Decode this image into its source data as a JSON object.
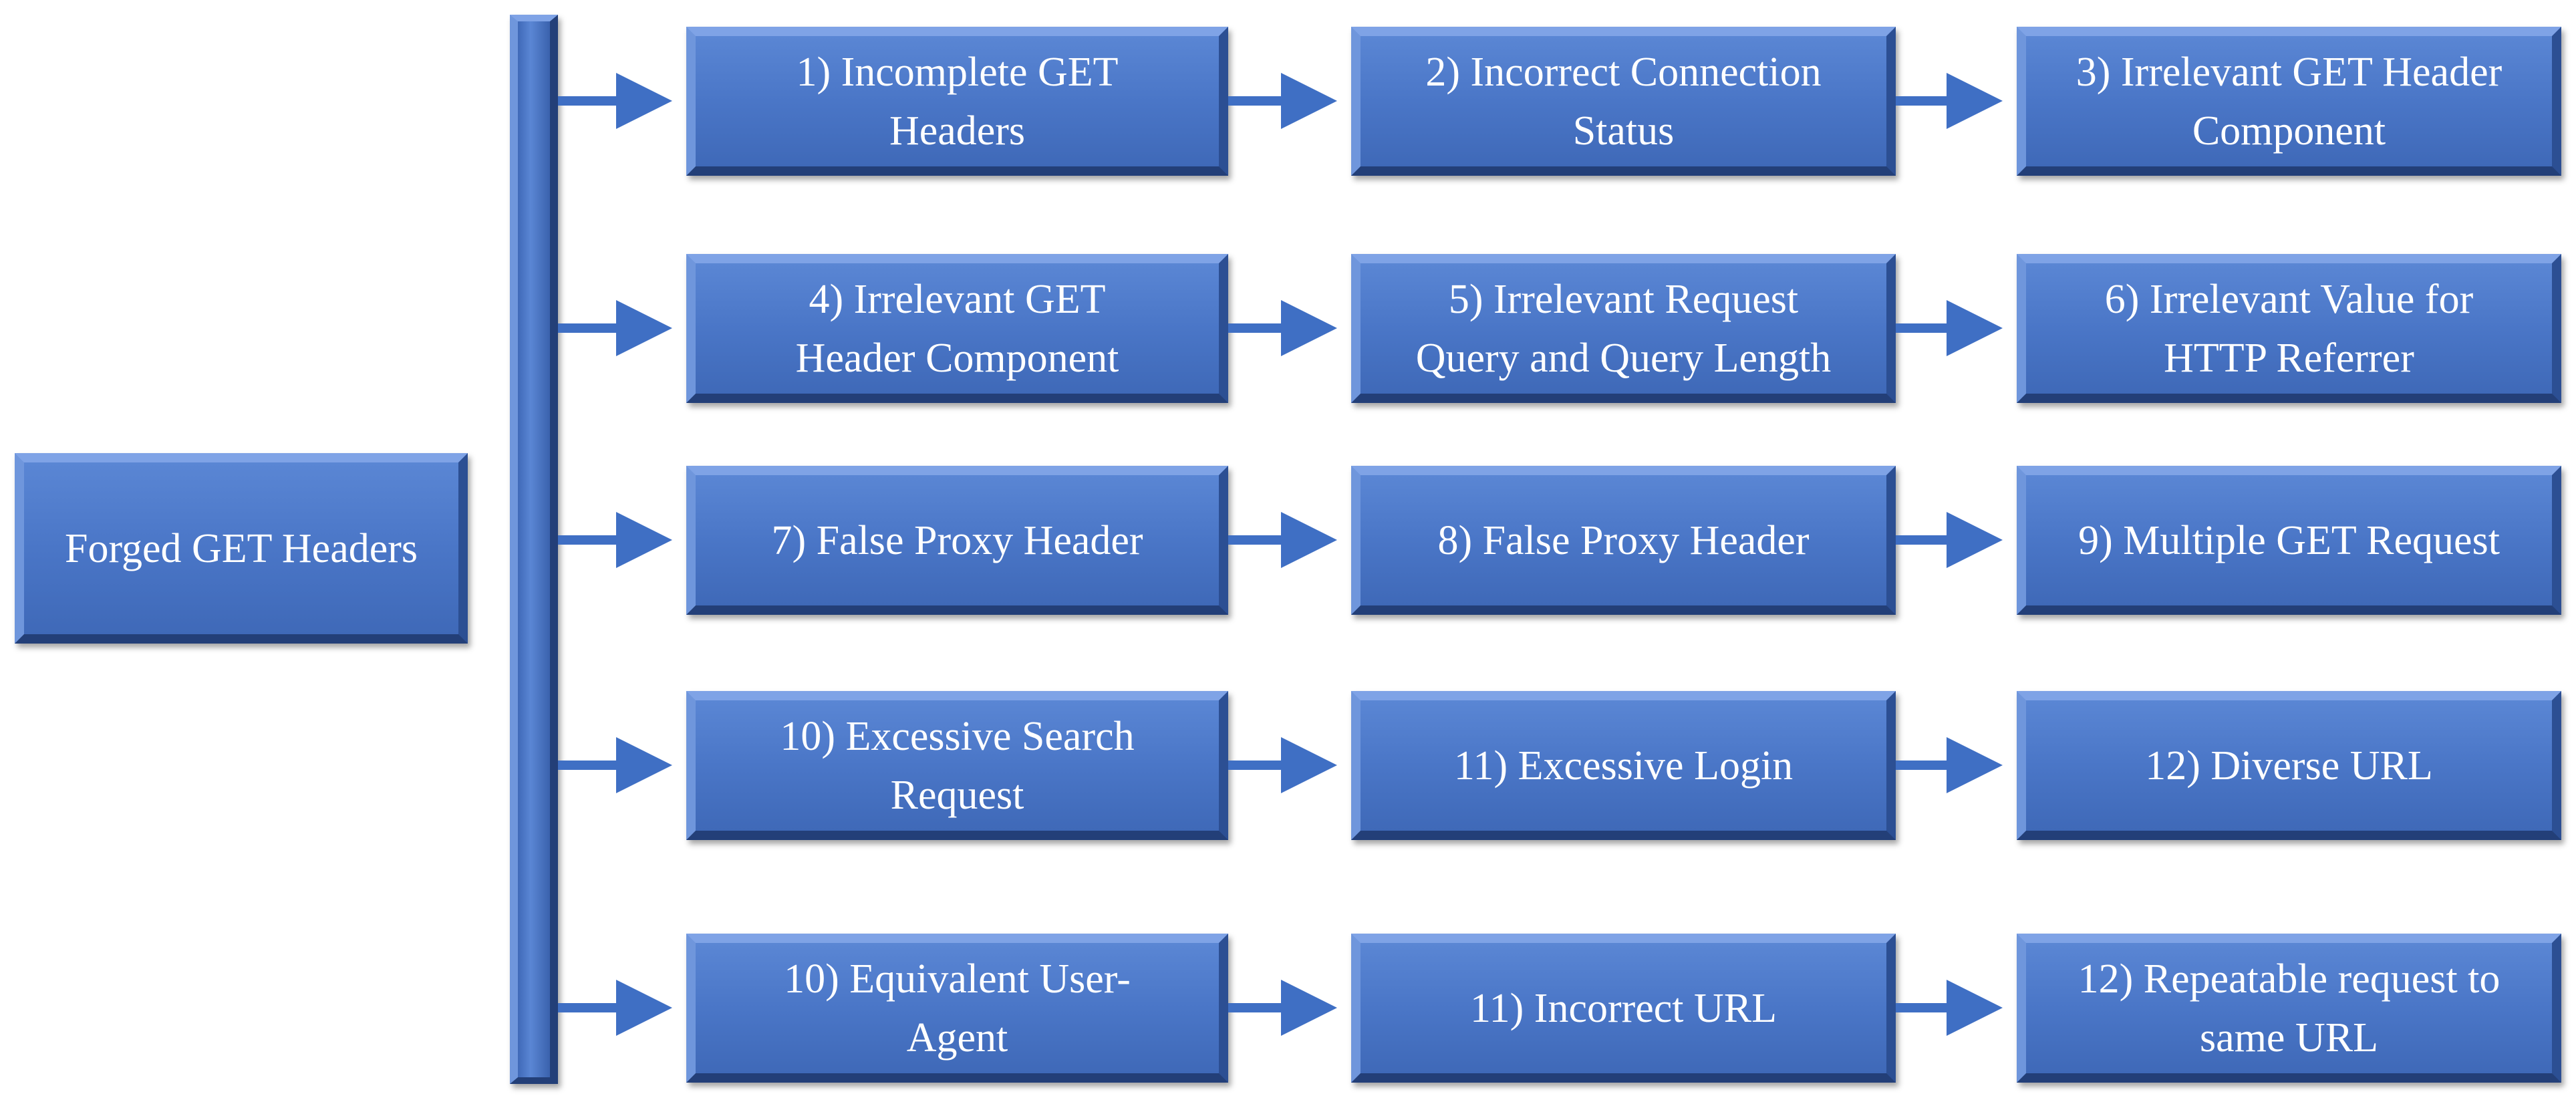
{
  "root": {
    "label": "Forged GET Headers"
  },
  "rows": [
    {
      "steps": [
        {
          "label": "1) Incomplete GET\nHeaders"
        },
        {
          "label": "2) Incorrect Connection\nStatus"
        },
        {
          "label": "3) Irrelevant GET Header\nComponent"
        }
      ]
    },
    {
      "steps": [
        {
          "label": "4)  Irrelevant GET\nHeader Component"
        },
        {
          "label": "5) Irrelevant Request\nQuery and Query Length"
        },
        {
          "label": "6) Irrelevant Value for\nHTTP Referrer"
        }
      ]
    },
    {
      "steps": [
        {
          "label": "7) False Proxy Header"
        },
        {
          "label": "8) False Proxy Header"
        },
        {
          "label": "9) Multiple GET Request"
        }
      ]
    },
    {
      "steps": [
        {
          "label": "10)  Excessive Search\nRequest"
        },
        {
          "label": "11) Excessive Login"
        },
        {
          "label": "12) Diverse URL"
        }
      ]
    },
    {
      "steps": [
        {
          "label": "10) Equivalent User-\nAgent"
        },
        {
          "label": "11) Incorrect URL"
        },
        {
          "label": "12) Repeatable request to\nsame  URL"
        }
      ]
    }
  ],
  "colors": {
    "box_fill": "#4a76c7",
    "arrow": "#3f6fc4",
    "text": "#ffffff"
  }
}
